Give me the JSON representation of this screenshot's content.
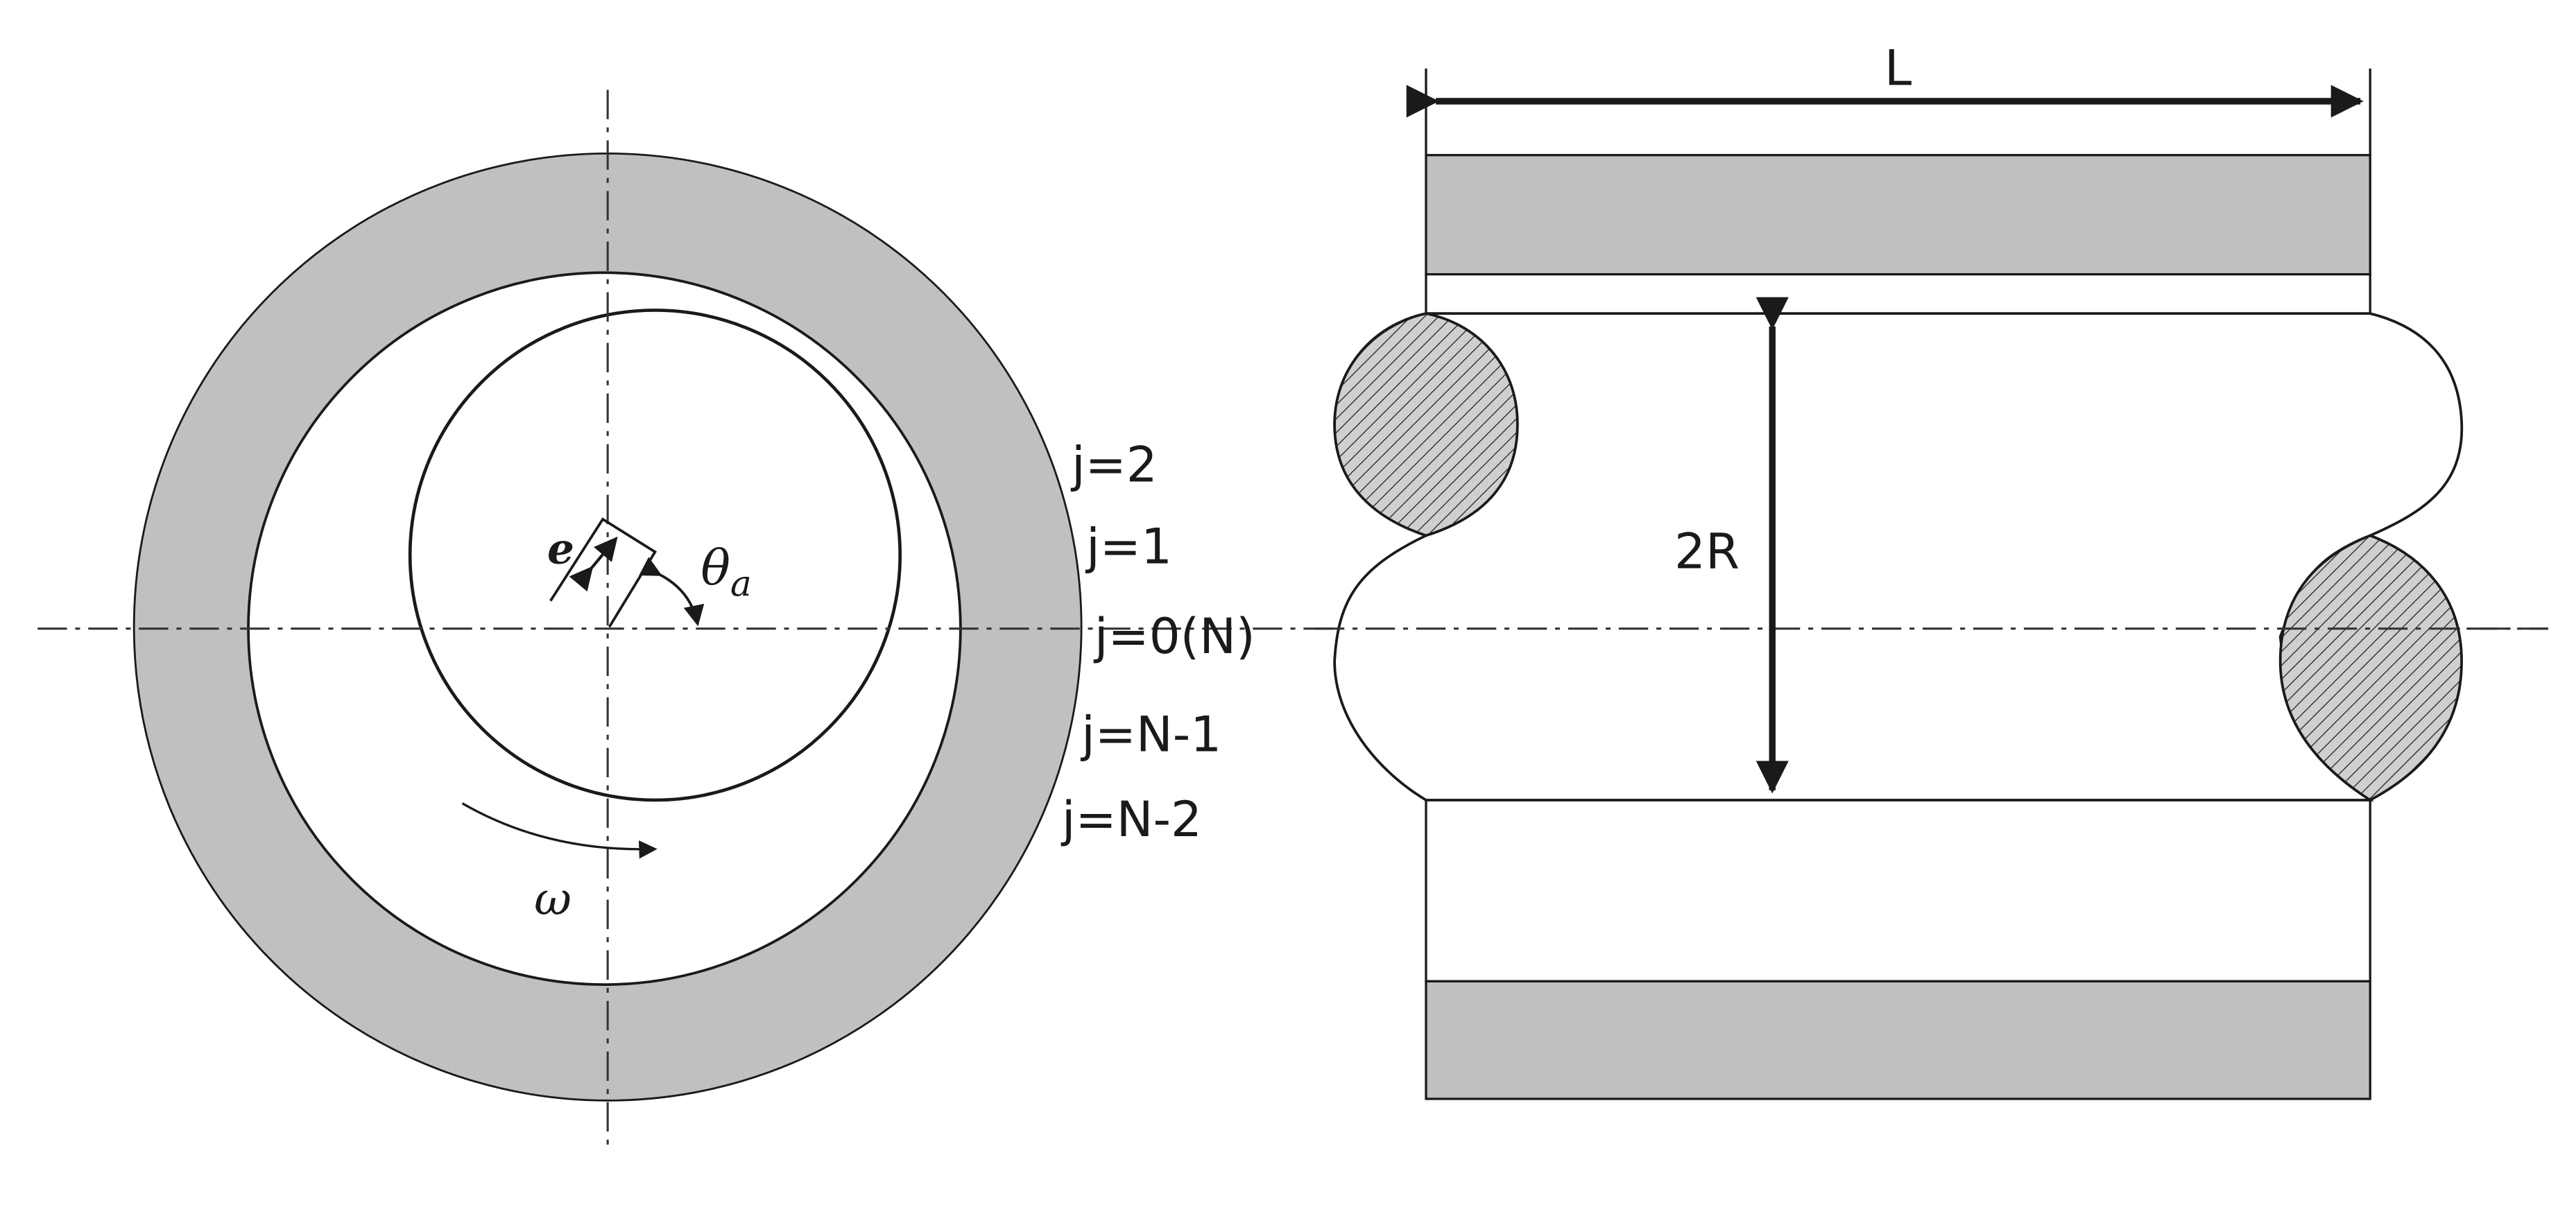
{
  "cross_section": {
    "symbols": {
      "eccentricity": "e",
      "angle_symbol": "θ",
      "angle_subscript": "a",
      "rotation": "ω"
    },
    "node_labels": [
      "j=2",
      "j=1",
      "j=0(N)",
      "j=N-1",
      "j=N-2"
    ]
  },
  "side_view": {
    "length_label": "L",
    "diameter_label": "2R"
  },
  "colors": {
    "bearing_fill": "#c0c0c0",
    "stroke": "#1a1a1a",
    "background": "#ffffff"
  }
}
